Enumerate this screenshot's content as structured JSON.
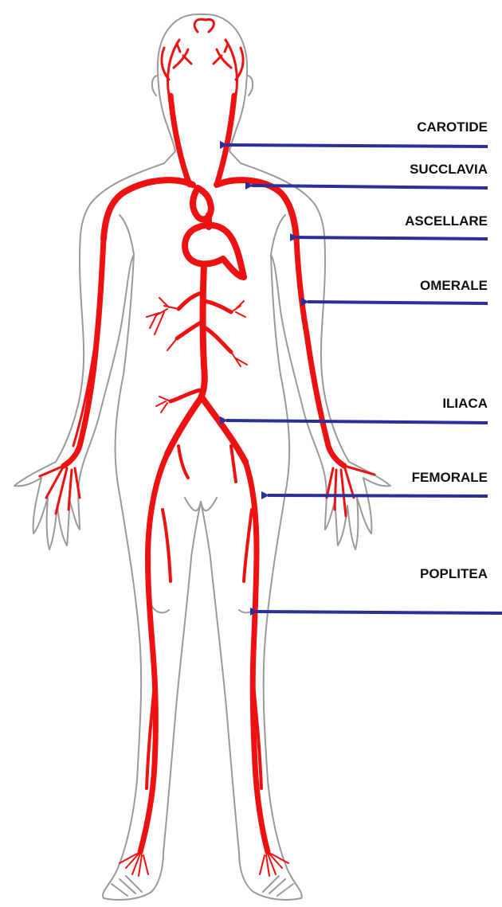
{
  "colors": {
    "artery": "#ee1111",
    "outline": "#9a9a9a",
    "arrow": "#2b2f9a",
    "label": "#111111"
  },
  "labels": {
    "carotide": "CAROTIDE",
    "succlavia": "SUCCLAVIA",
    "ascellare": "ASCELLARE",
    "omerale": "OMERALE",
    "iliaca": "ILIACA",
    "femorale": "FEMORALE",
    "poplitea": "POPLITEA"
  }
}
